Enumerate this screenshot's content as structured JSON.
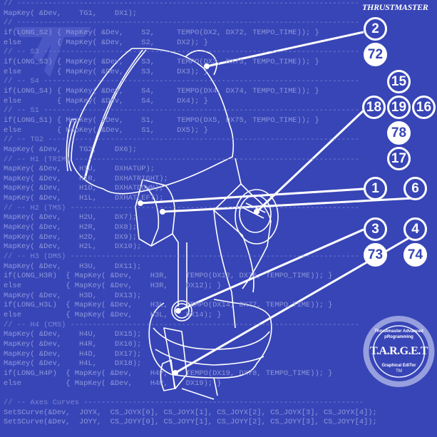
{
  "brand": {
    "name": "THRUSTMASTER",
    "logo_icon": "tm-logo-icon"
  },
  "code_lines": [
    "// -----------------------------------------------------------------------------",
    "MapKey( &Dev,    TG1,    DX1);",
    "// -----------------------------------------------------------------------------",
    "if(LONG_S2) { MapKey( &Dev,    S2,     TEMPO(DX2, DX72, TEMPO_TIME)); }",
    "else        { MapKey( &Dev,    S2,     DX2); }",
    "// -- S3 -----------------------------------------------------------------------",
    "if(LONG_S3) { MapKey( &Dev,    S3,     TEMPO(DX3, DX73, TEMPO_TIME)); }",
    "else        { MapKey( &Dev,    S3,     DX3); }",
    "// -- S4 -----------------------------------------------------------------------",
    "if(LONG_S4) { MapKey( &Dev,    S4,     TEMPO(DX4, DX74, TEMPO_TIME)); }",
    "else        { MapKey( &Dev,    S4,     DX4); }",
    "// -- S1 -----------------------------------------------------------------------",
    "if(LONG_S1) { MapKey( &Dev,    S1,     TEMPO(DX5, DX75, TEMPO_TIME)); }",
    "else        { MapKey( &Dev,    S1,     DX5); }",
    "// -- TG2 ----------------------------------------------------------------------",
    "MapKey( &Dev,    TG2,    DX6);",
    "// -- H1 (TRIM) ----------------------------------------------------------------",
    "MapKey( &Dev,    H1U,    DXHATUP);",
    "MapKey( &Dev,    H1R,    DXHATRIGHT);",
    "MapKey( &Dev,    H1D,    DXHATDOWN);",
    "MapKey( &Dev,    H1L,    DXHATLEFT);",
    "// -- H2 (TMS) -----------------------------------------------------------------",
    "MapKey( &Dev,    H2U,    DX7);",
    "MapKey( &Dev,    H2R,    DX8);",
    "MapKey( &Dev,    H2D,    DX9);",
    "MapKey( &Dev,    H2L,    DX10);",
    "// -- H3 (DMS) -----------------------------------------------------------------",
    "MapKey( &Dev,    H3U,    DX11);",
    "if(LONG_H3R)  { MapKey( &Dev,    H3R,    TEMPO(DX12, DX76, TEMPO_TIME)); }",
    "else          { MapKey( &Dev,    H3R,    DX12); }",
    "MapKey( &Dev,    H3D,    DX13);",
    "if(LONG_H3L)  { MapKey( &Dev,    H3L,    TEMPO(DX14, DX77, TEMPO_TIME)); }",
    "else          { MapKey( &Dev,    H3L,    DX14); }",
    "// -- H4 (CMS) -----------------------------------------------------------------",
    "MapKey( &Dev,    H4U,    DX15);",
    "MapKey( &Dev,    H4R,    DX16);",
    "MapKey( &Dev,    H4D,    DX17);",
    "MapKey( &Dev,    H4L,    DX18);",
    "if(LONG_H4P)  { MapKey( &Dev,    H4P,    TEMPO(DX19, DX78, TEMPO_TIME)); }",
    "else          { MapKey( &Dev,    H4P,    DX19); }",
    "",
    "// -- Axes Curves ---------------------------------------------------------------",
    "SetSCurve(&Dev,  JOYX,  CS_JOYX[0], CS_JOYX[1], CS_JOYX[2], CS_JOYX[3], CS_JOYX[4]);",
    "SetSCurve(&Dev,  JOYY,  CS_JOYY[0], CS_JOYY[1], CS_JOYY[2], CS_JOYY[3], CS_JOYY[4]);"
  ],
  "callouts": {
    "c1": "1",
    "c2": "2",
    "c3": "3",
    "c4": "4",
    "c6": "6",
    "c15": "15",
    "c16": "16",
    "c17": "17",
    "c18": "18",
    "c19": "19",
    "f72": "72",
    "f73": "73",
    "f74": "74",
    "f78": "78"
  },
  "target_logo": {
    "title": "T.A.R.G.E.T",
    "subtitle_top": "Thrustmaster Advanced pRogramming",
    "subtitle_bottom": "Graphical EdiTor",
    "trademark": "TM"
  },
  "colors": {
    "background": "#3845b6",
    "lines": "#ffffff",
    "code_text": "#8f98dc"
  }
}
